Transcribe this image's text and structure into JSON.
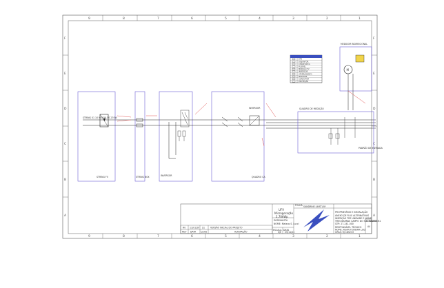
{
  "sheet": {
    "top_columns": [
      "9",
      "8",
      "7",
      "6",
      "5",
      "4",
      "3",
      "2",
      "1"
    ],
    "bottom_columns": [
      "9",
      "8",
      "7",
      "6",
      "5",
      "4",
      "3",
      "2",
      "1"
    ],
    "left_rows": [
      "F",
      "E",
      "D",
      "C",
      "B",
      "A"
    ],
    "right_rows": [
      "F",
      "E",
      "D",
      "C",
      "B",
      "A"
    ]
  },
  "title_block": {
    "project_line1": "UFV",
    "project_line2": "Microgeração",
    "project_line3": "2,70kWp",
    "folha_label": "FOLHA",
    "owner": "SANDRINE LINSTLAY",
    "designer_label": "DESENHISTA",
    "designer_name": "NOME: Mateus S. Lucci",
    "escala_label": "ESCALA",
    "escala_value": "S/E",
    "data_label": "DATA",
    "data_value": "25/11/21",
    "description_title": "PROPRIETÁRIO E INSTALAÇÃO",
    "description_lines": [
      "ANEXO DE FILIS ALTERNATIVAS",
      "INSERÇÃO TRE UNIDADE E NOME",
      "TRES BARRAS CAMPO DO SUL CLASSE:B1",
      "CEP: 27-241-000"
    ],
    "responsible_lines": [
      "RESPONSÁVEL TÉCNICO",
      "NOME: RUAN TEIXEIRA LUIZ",
      "CREA: RJ 185233"
    ],
    "format_label": "FORMATO",
    "format_value": "A4"
  },
  "revisions": {
    "row": {
      "rev": "R0",
      "date": "11/01/20",
      "who": "S1",
      "desc": "VERSÃO INICIAL DO PROJETO"
    },
    "headers": {
      "rev": "REV",
      "date": "DATA",
      "who": "CLIAS",
      "desc": "ALTERAÇÃO"
    }
  },
  "boxes": {
    "pv_label": "STRING FV",
    "pv_module_text": "STRING 01 10 MÓDULOS 270W",
    "junction_label": "STRING BOX",
    "inverter_label": "INVERSOR",
    "ac_box_label": "QUADRO CA",
    "meter_box_label": "QUADRO DE MEDIÇÃO",
    "right_box_label": "PADRÃO DE ENTRADA",
    "motor_label": "M",
    "meter_title": "MEDIDOR BIDIRECIONAL"
  },
  "legend": {
    "items": [
      "DPS",
      "DISJUNTOR",
      "CHAVE SECC.",
      "FUSÍVEL",
      "MÓDULO FV",
      "INVERSOR",
      "ATERRAMENTO",
      "MEDIDOR",
      "CONDUTOR",
      "PROTEÇÃO"
    ]
  },
  "colors": {
    "border": "#555555",
    "box": "#6b5bd6",
    "wire": "#222222",
    "annotation": "#e05050",
    "logo": "#3a4fbf"
  }
}
